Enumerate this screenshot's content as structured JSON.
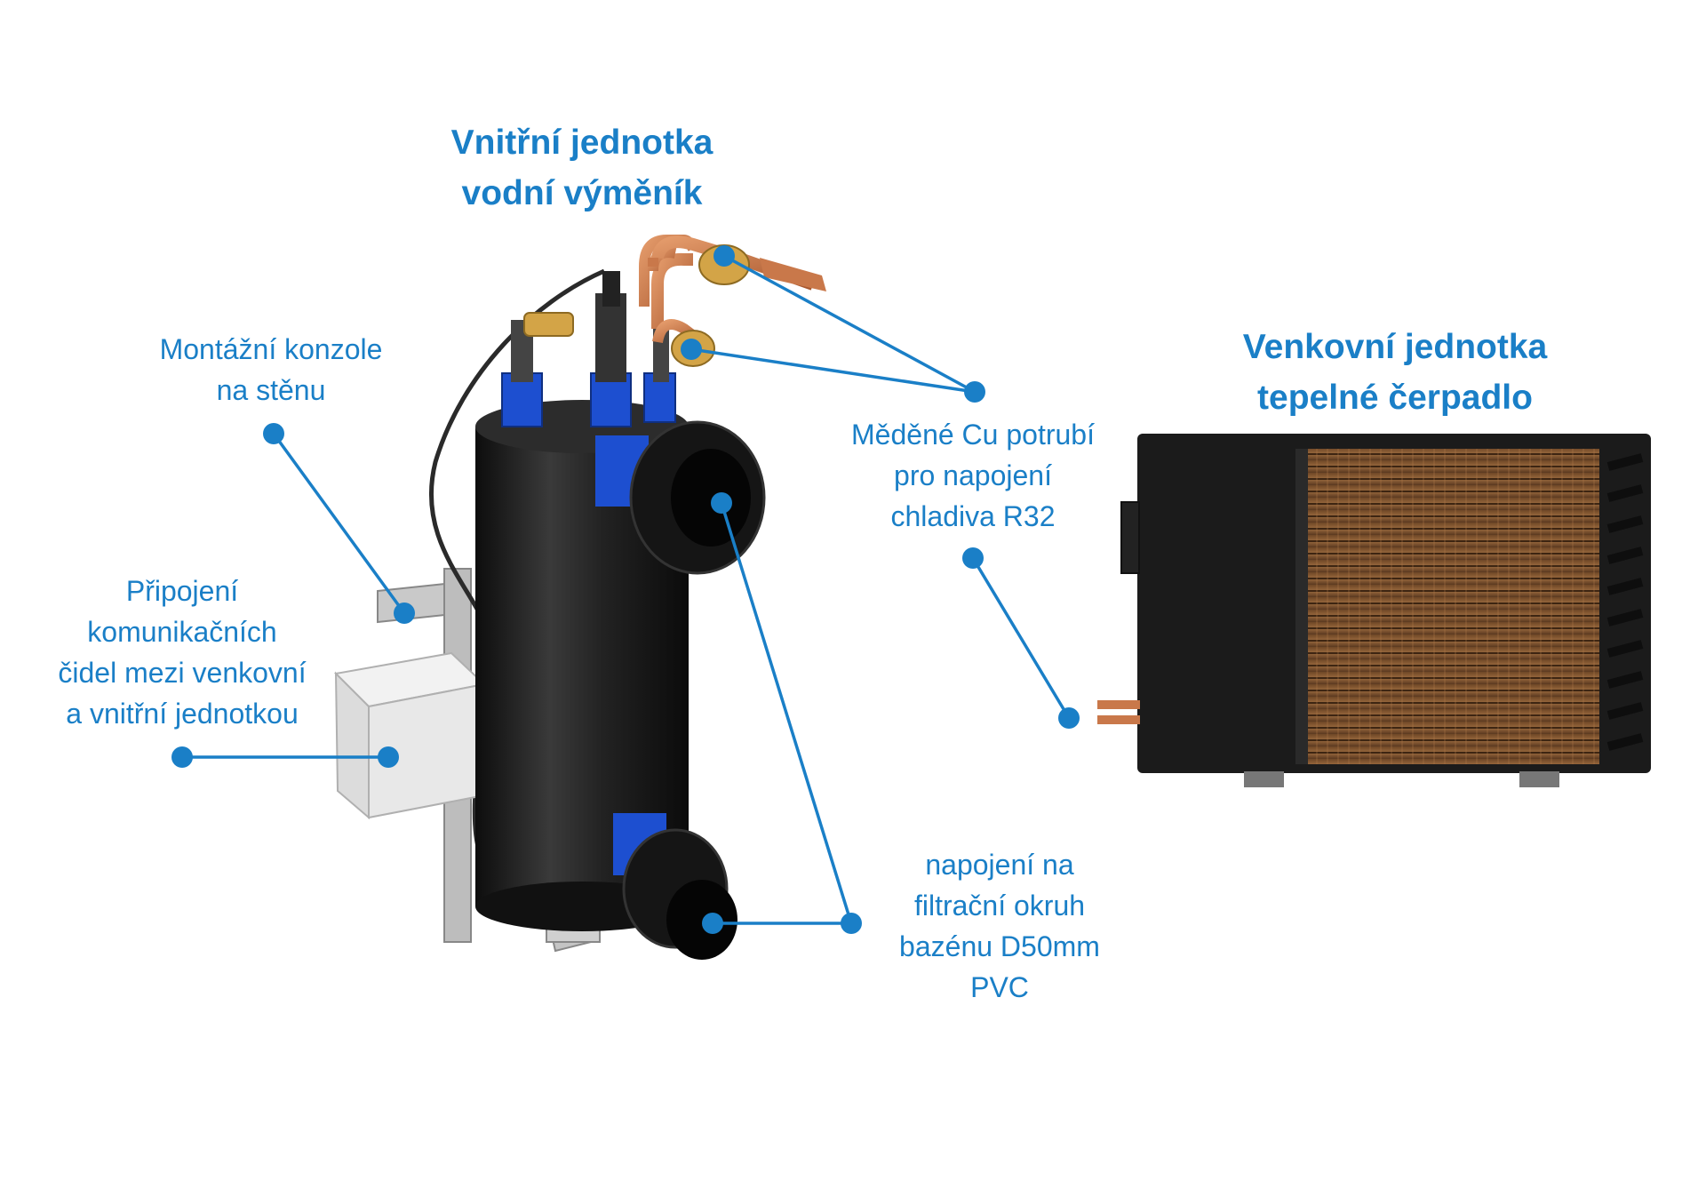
{
  "titles": {
    "indoor_line1": "Vnitřní jednotka",
    "indoor_line2": "vodní výměník",
    "outdoor_line1": "Venkovní jednotka",
    "outdoor_line2": "tepelné čerpadlo"
  },
  "labels": {
    "bracket": [
      "Montážní konzole",
      "na stěnu"
    ],
    "sensors": [
      "Připojení",
      "komunikačních",
      "čidel mezi venkovní",
      "a vnitřní jednotkou"
    ],
    "copper": [
      "Měděné Cu potrubí",
      "pro napojení",
      "chladiva R32"
    ],
    "filtration": [
      "napojení na",
      "filtrační okruh",
      "bazénu D50mm",
      "PVC"
    ]
  },
  "colors": {
    "accent": "#1a7fc7",
    "unit_body": "#1b1b1b",
    "coil": "#8a5a32",
    "pvc_blue": "#1d4fd0",
    "copper": "#c9784a",
    "brass": "#d3a447"
  }
}
